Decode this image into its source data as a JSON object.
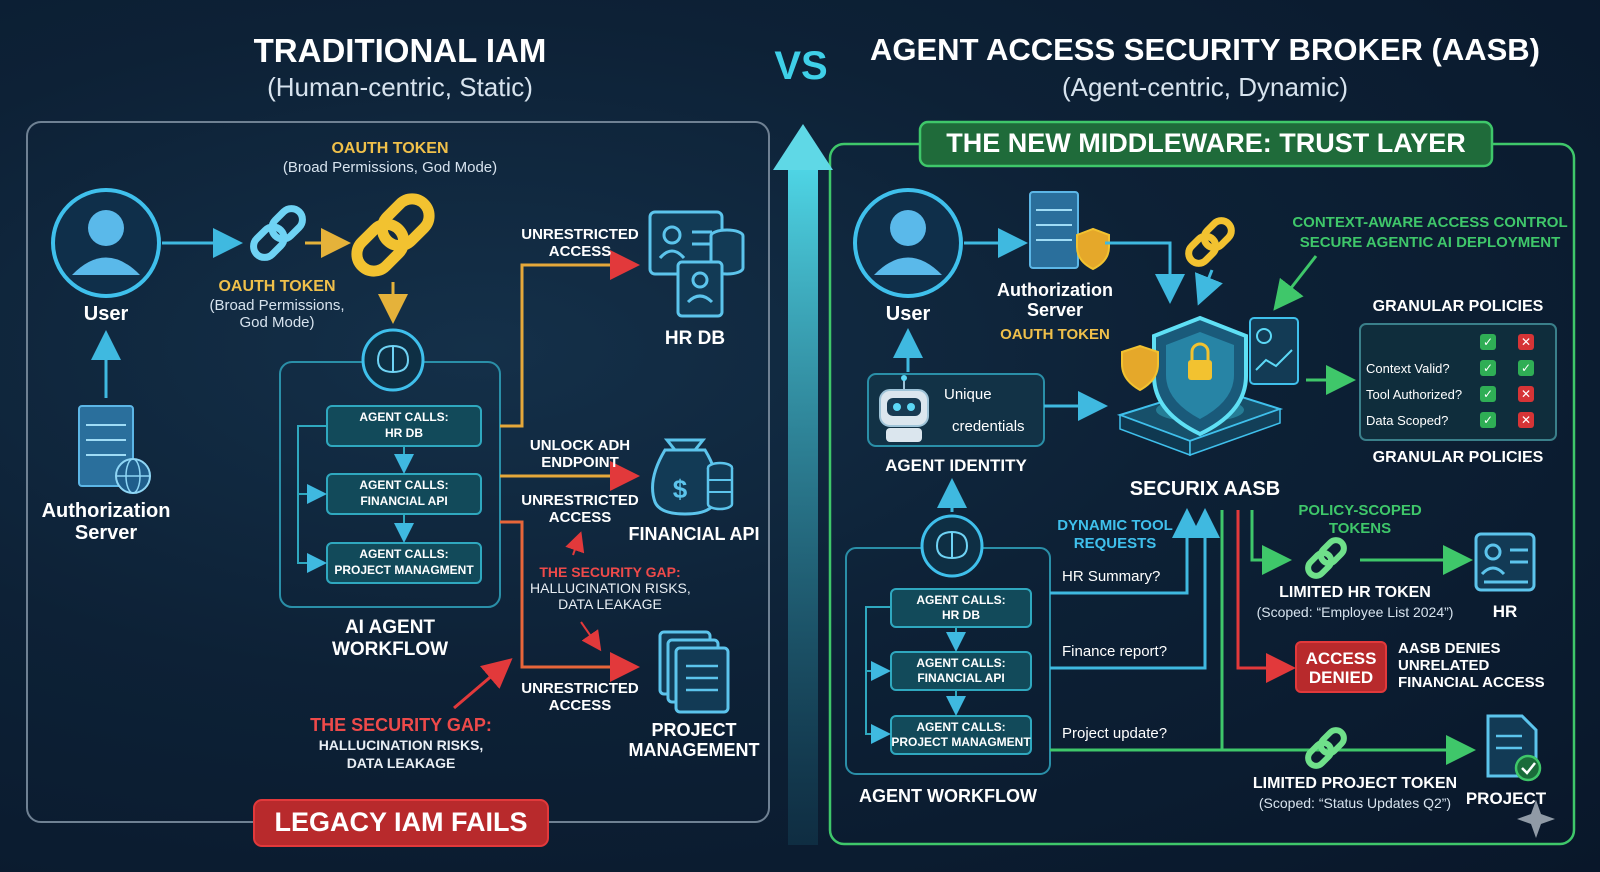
{
  "left": {
    "title": "TRADITIONAL IAM",
    "subtitle": "(Human-centric, Static)",
    "user_label": "User",
    "auth_server_label_1": "Authorization",
    "auth_server_label_2": "Server",
    "oauth_token_top": "OAUTH TOKEN",
    "oauth_token_top_sub": "(Broad Permissions, God Mode)",
    "oauth_token_mid": "OAUTH TOKEN",
    "oauth_token_mid_sub1": "(Broad Permissions,",
    "oauth_token_mid_sub2": "God Mode)",
    "workflow_steps": [
      {
        "line1": "AGENT CALLS:",
        "line2": "HR DB"
      },
      {
        "line1": "AGENT CALLS:",
        "line2": "FINANCIAL API"
      },
      {
        "line1": "AGENT CALLS:",
        "line2": "PROJECT MANAGMENT"
      }
    ],
    "workflow_label_1": "AI AGENT",
    "workflow_label_2": "WORKFLOW",
    "unrestricted_1a": "UNRESTRICTED",
    "unrestricted_1b": "ACCESS",
    "unlock_a": "UNLOCK ADH",
    "unlock_b": "ENDPOINT",
    "unrestricted_2a": "UNRESTRICTED",
    "unrestricted_2b": "ACCESS",
    "unrestricted_3a": "UNRESTRICTED",
    "unrestricted_3b": "ACCESS",
    "gap_inner_title": "THE SECURITY GAP:",
    "gap_inner_l1": "HALLUCINATION RISKS,",
    "gap_inner_l2": "DATA LEAKAGE",
    "gap_title": "THE SECURITY GAP:",
    "gap_l1": "HALLUCINATION RISKS,",
    "gap_l2": "DATA LEAKAGE",
    "hr_db": "HR DB",
    "financial_api": "FINANCIAL API",
    "project_1": "PROJECT",
    "project_2": "MANAGEMENT",
    "fail_banner": "LEGACY IAM FAILS"
  },
  "vs": "VS",
  "right": {
    "title": "AGENT ACCESS SECURITY BROKER (AASB)",
    "subtitle": "(Agent-centric, Dynamic)",
    "banner": "THE NEW MIDDLEWARE: TRUST LAYER",
    "user_label": "User",
    "auth_server_label_1": "Authorization",
    "auth_server_label_2": "Server",
    "oauth_token": "OAUTH TOKEN",
    "context_1": "CONTEXT-AWARE ACCESS CONTROL",
    "context_2": "SECURE AGENTIC AI DEPLOYMENT",
    "identity_l1": "Unique",
    "identity_l2": "credentials",
    "identity_label": "AGENT IDENTITY",
    "broker_label": "SECURIX AASB",
    "policies_top": "GRANULAR POLICIES",
    "policies_bottom": "GRANULAR POLICIES",
    "policies": [
      {
        "label": "",
        "a": "check",
        "b": "cross"
      },
      {
        "label": "Context Valid?",
        "a": "check",
        "b": "check"
      },
      {
        "label": "Tool Authorized?",
        "a": "check",
        "b": "cross"
      },
      {
        "label": "Data Scoped?",
        "a": "check",
        "b": "cross"
      }
    ],
    "dynamic_1": "DYNAMIC TOOL",
    "dynamic_2": "REQUESTS",
    "req_hr": "HR Summary?",
    "req_fin": "Finance report?",
    "req_proj": "Project update?",
    "workflow_steps": [
      {
        "line1": "AGENT CALLS:",
        "line2": "HR DB"
      },
      {
        "line1": "AGENT CALLS:",
        "line2": "FINANCIAL API"
      },
      {
        "line1": "AGENT CALLS:",
        "line2": "PROJECT MANAGMENT"
      }
    ],
    "workflow_label": "AGENT WORKFLOW",
    "scoped_1": "POLICY-SCOPED",
    "scoped_2": "TOKENS",
    "hr_token": "LIMITED HR TOKEN",
    "hr_token_sub": "(Scoped: “Employee List 2024”)",
    "hr_label": "HR",
    "denied_1": "ACCESS",
    "denied_2": "DENIED",
    "denies_1": "AASB DENIES",
    "denies_2": "UNRELATED",
    "denies_3": "FINANCIAL ACCESS",
    "project_token": "LIMITED PROJECT TOKEN",
    "project_token_sub": "(Scoped: “Status Updates Q2”)",
    "project_label": "PROJECT"
  },
  "colors": {
    "accent_cyan": "#3fd0e8",
    "gold": "#f2c230",
    "danger": "#e2393b",
    "green": "#3fc76a"
  }
}
